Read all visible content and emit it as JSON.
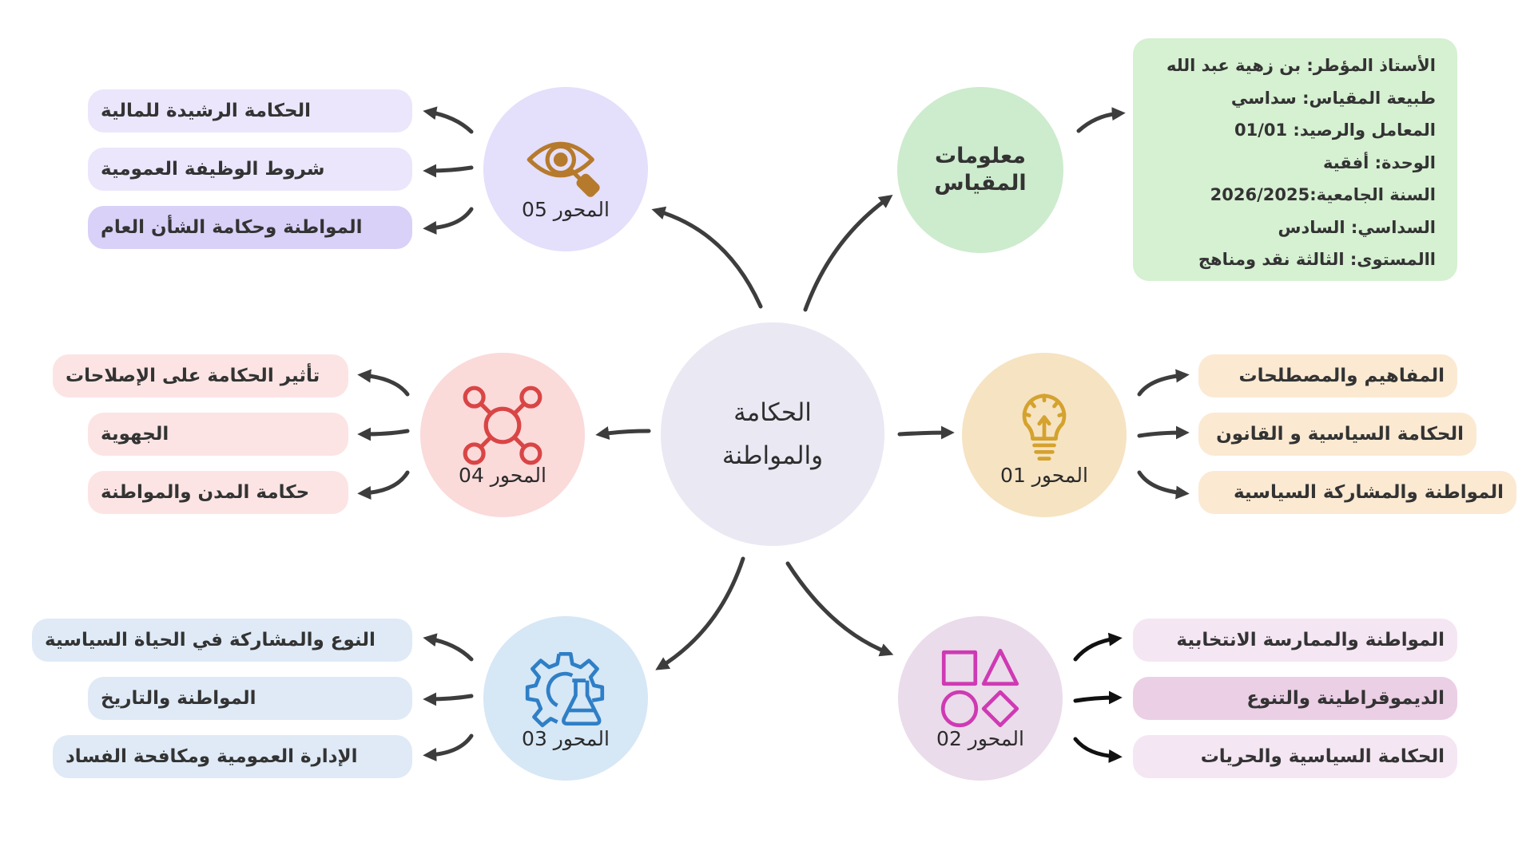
{
  "center": {
    "title": "الحكامة والمواطنة"
  },
  "info": {
    "title": "معلومات المقياس",
    "lines": [
      "الأستاذ المؤطر: بن زهية عبد الله",
      "طبيعة المقياس: سداسي",
      "المعامل والرصيد: 01/01",
      "الوحدة: أفقية",
      "السنة الجامعية:2026/2025",
      "السداسي: السادس",
      "االمستوى: الثالثة نقد ومناهج"
    ]
  },
  "axes": [
    {
      "label": "المحور 01",
      "icon": "lightbulb-icon",
      "circle_color": "#f6e3c2",
      "icon_color": "#d4a22e",
      "pill_color": "#fbe9d2",
      "topics": [
        "المفاهيم والمصطلحات",
        "الحكامة السياسية و القانون",
        "المواطنة والمشاركة السياسية"
      ]
    },
    {
      "label": "المحور 02",
      "icon": "shapes-icon",
      "circle_color": "#eadcea",
      "icon_color": "#cf3ab4",
      "pill_color": "#f4e6f3",
      "pill_highlight": "#ebcfe5",
      "topics": [
        "المواطنة والممارسة الانتخابية",
        "الديموقراطينة والتنوع",
        "الحكامة السياسية والحريات"
      ]
    },
    {
      "label": "المحور 03",
      "icon": "gear-flask-icon",
      "circle_color": "#d6e7f6",
      "icon_color": "#2f7fc6",
      "pill_color": "#dfeaf6",
      "topics": [
        "النوع والمشاركة في الحياة السياسية",
        "المواطنة والتاريخ",
        "الإدارة العمومية ومكافحة الفساد"
      ]
    },
    {
      "label": "المحور 04",
      "icon": "network-icon",
      "circle_color": "#fbdada",
      "icon_color": "#d94545",
      "pill_color": "#fce4e4",
      "topics": [
        "تأثير الحكامة على الإصلاحات",
        "الجهوية",
        "حكامة المدن والمواطنة"
      ]
    },
    {
      "label": "المحور 05",
      "icon": "eye-search-icon",
      "circle_color": "#e4dffb",
      "icon_color": "#b67a2c",
      "pill_color": "#ebe6fb",
      "pill_highlight": "#d9d1f7",
      "topics": [
        "الحكامة الرشيدة للمالية",
        "شروط الوظيفة العمومية",
        "المواطنة وحكامة الشأن العام"
      ]
    }
  ],
  "colors": {
    "arrow": "#3d3d3d",
    "arrow_dark": "#111111"
  }
}
